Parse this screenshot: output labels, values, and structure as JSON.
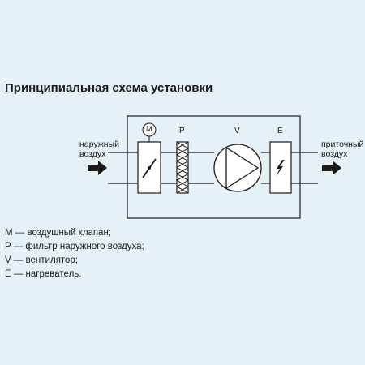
{
  "title": "Принципиальная схема установки",
  "inlet": {
    "line1": "наружный",
    "line2": "воздух"
  },
  "outlet": {
    "line1": "приточный",
    "line2": "воздух"
  },
  "component_letters": {
    "damper_motor": "M",
    "filter": "P",
    "fan": "V",
    "heater": "E"
  },
  "legend": [
    "M — воздушный клапан;",
    "P — фильтр наружного воздуха;",
    "V — вентилятор;",
    "E — нагреватель."
  ],
  "colors": {
    "background": "#e6f0f7",
    "component_fill": "#ffffff",
    "stroke": "#1a1a1a"
  }
}
